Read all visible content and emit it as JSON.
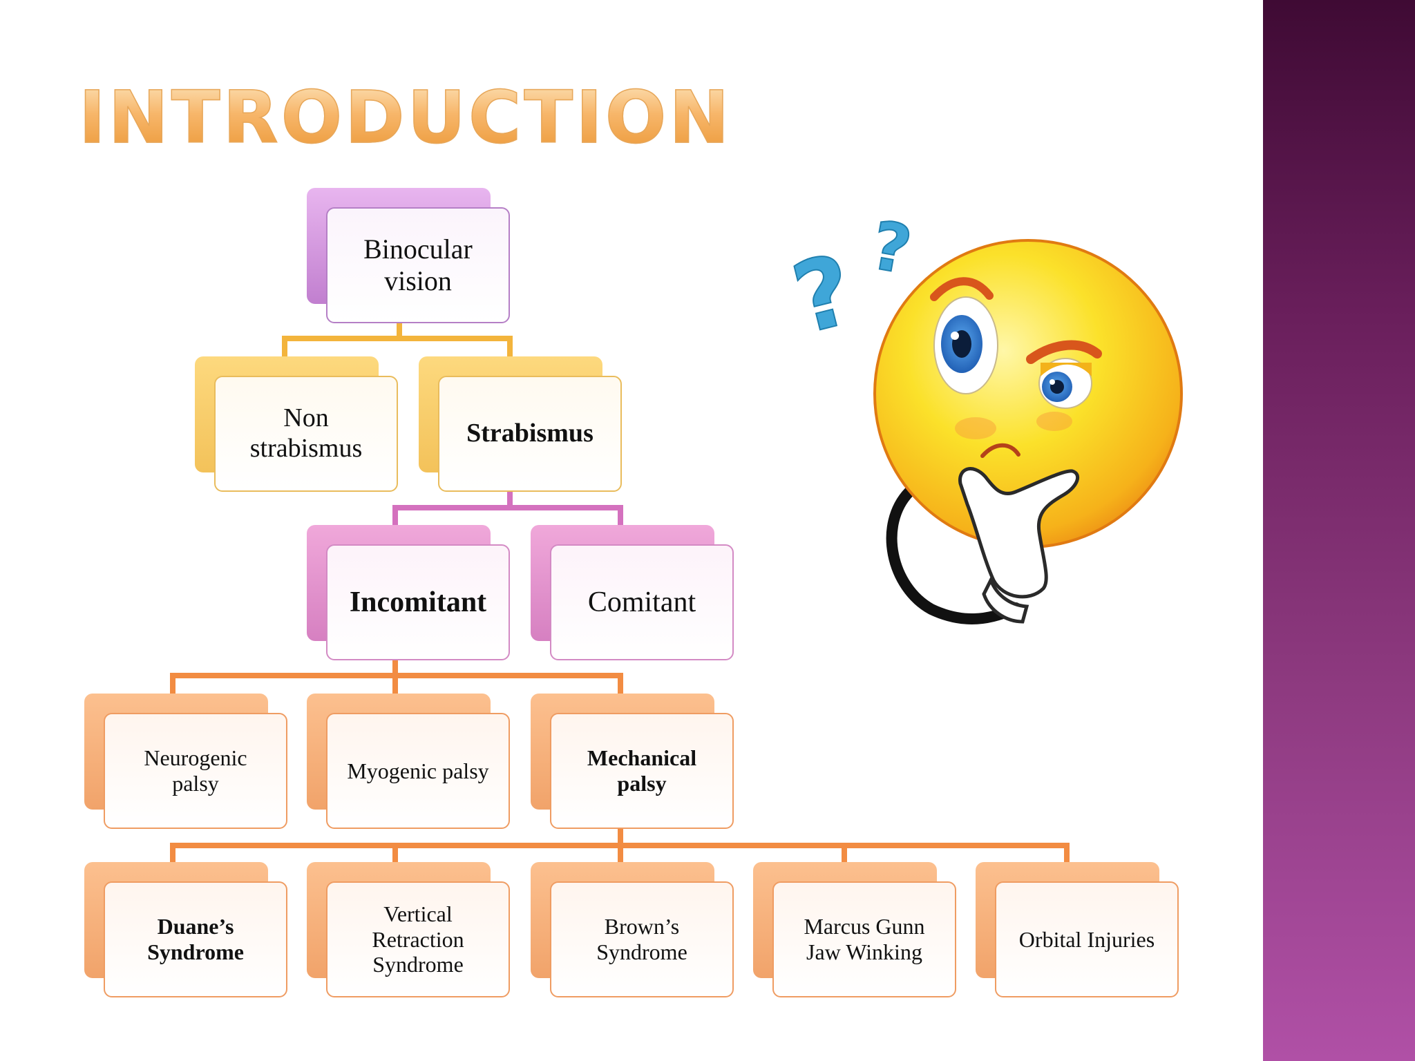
{
  "slide": {
    "title": "INTRODUCTION",
    "colors": {
      "title_gradient": [
        "#fce0b4",
        "#ec9a3a"
      ],
      "sidebar_gradient": [
        "#3f0a34",
        "#b050a6"
      ],
      "level_1": "#c17fcf",
      "level_2": "#f3c25a",
      "level_3": "#d680c1",
      "level_4_5": "#f1a36a"
    }
  },
  "diagram": {
    "root": "Binocular vision",
    "level2": [
      "Non strabismus",
      "Strabismus"
    ],
    "level3": [
      "Incomitant",
      "Comitant"
    ],
    "level4": [
      "Neurogenic palsy",
      "Myogenic palsy",
      "Mechanical palsy"
    ],
    "level5": [
      "Duane’s Syndrome",
      "Vertical Retraction Syndrome",
      "Brown’s Syndrome",
      "Marcus Gunn Jaw Winking",
      "Orbital Injuries"
    ]
  },
  "illustration": {
    "icon": "thinking-face-emoji-with-question-marks"
  }
}
